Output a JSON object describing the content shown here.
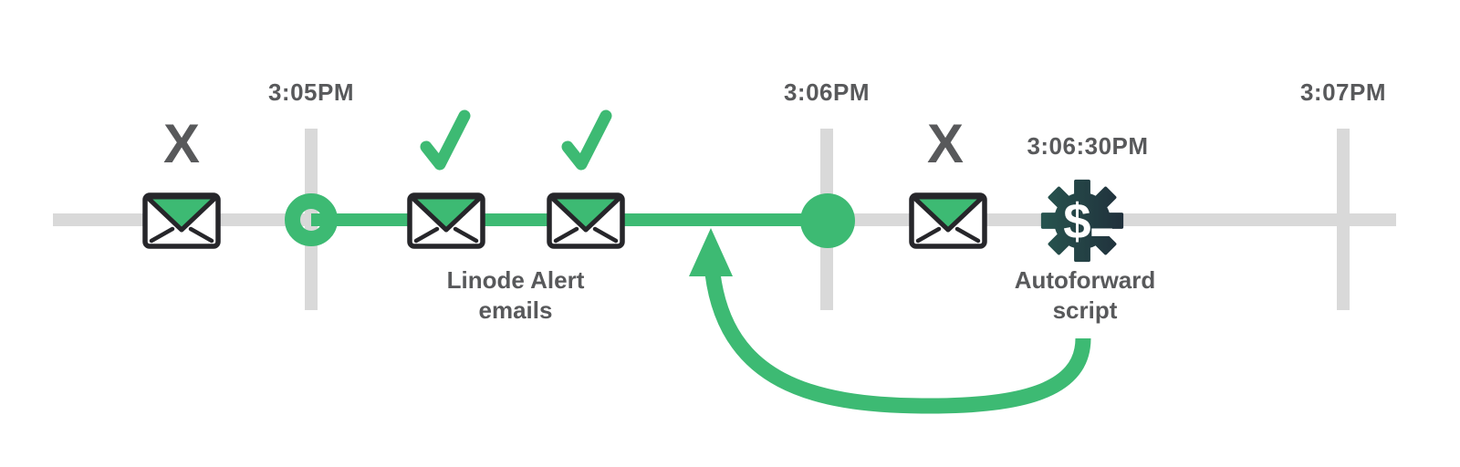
{
  "colors": {
    "green": "#3dba73",
    "track": "#d9d9d9",
    "text": "#58595b",
    "outline": "#26262a",
    "gear-start": "#27554f",
    "gear-end": "#202f3b",
    "white": "#ffffff"
  },
  "ticks": [
    {
      "label": "3:05PM"
    },
    {
      "label": "3:06PM"
    },
    {
      "label": "3:07PM"
    }
  ],
  "events": [
    {
      "icon": "envelope-icon",
      "status_icon": "x-mark-icon",
      "status_glyph": "X"
    },
    {
      "icon": "envelope-icon",
      "status_icon": "checkmark-icon"
    },
    {
      "icon": "envelope-icon",
      "status_icon": "checkmark-icon"
    },
    {
      "icon": "envelope-icon",
      "status_icon": "x-mark-icon",
      "status_glyph": "X"
    }
  ],
  "labels": {
    "alert_emails": {
      "line1": "Linode Alert",
      "line2": "emails"
    },
    "script_time": "3:06:30PM",
    "autoforward": {
      "line1": "Autoforward",
      "line2": "script"
    },
    "gear_symbol": "$"
  }
}
